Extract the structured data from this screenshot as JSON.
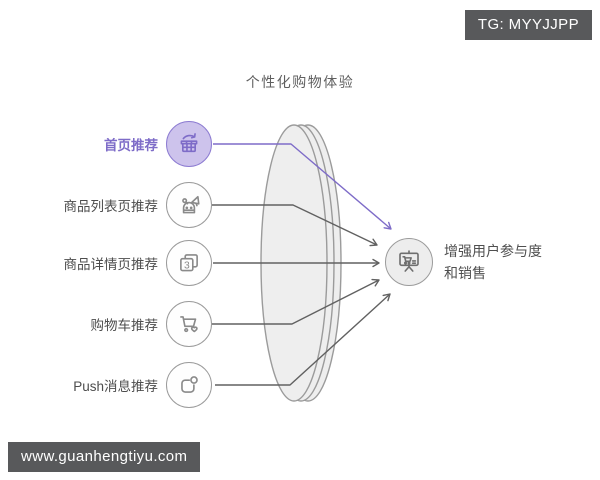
{
  "title": "个性化购物体验",
  "badges": {
    "telegram": "TG: MYYJJPP",
    "website": "www.guanhengtiyu.com"
  },
  "sources": [
    {
      "label": "首页推荐",
      "icon": "storefront-arrow-icon",
      "highlighted": true
    },
    {
      "label": "商品列表页推荐",
      "icon": "announcer-megaphone-icon",
      "highlighted": false
    },
    {
      "label": "商品详情页推荐",
      "icon": "stacked-pages-icon",
      "badge_number": "3",
      "highlighted": false
    },
    {
      "label": "购物车推荐",
      "icon": "cart-heart-icon",
      "highlighted": false
    },
    {
      "label": "Push消息推荐",
      "icon": "message-notification-icon",
      "highlighted": false
    }
  ],
  "outcome": {
    "label_line1": "增强用户参与度",
    "label_line2": "和销售",
    "icon": "presentation-cart-icon"
  },
  "colors": {
    "accent_purple": "#7e6cc8",
    "accent_purple_fill": "#cdc3ec",
    "line_gray": "#616161",
    "node_stroke": "#9b9b9b",
    "node_fill": "#ededed",
    "badge_bg": "#58595b",
    "label_gray": "#4d4d4d",
    "lens_fill": "#eeeeee"
  }
}
